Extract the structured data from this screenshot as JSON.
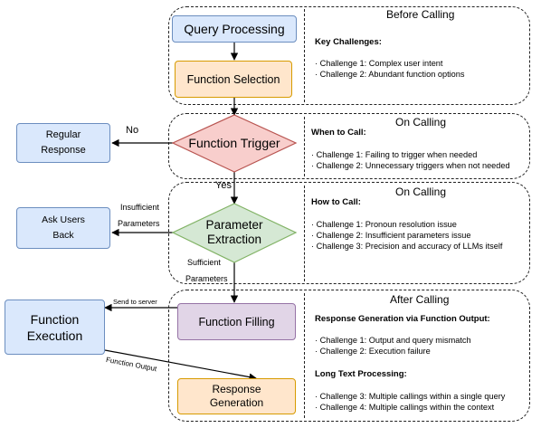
{
  "nodes": {
    "query_processing": "Query Processing",
    "function_selection": "Function Selection",
    "function_trigger": "Function Trigger",
    "regular_response_line1": "Regular",
    "regular_response_line2": "Response",
    "parameter_extraction_line1": "Parameter",
    "parameter_extraction_line2": "Extraction",
    "ask_users_line1": "Ask Users",
    "ask_users_line2": "Back",
    "function_filling": "Function Filling",
    "function_execution_line1": "Function",
    "function_execution_line2": "Execution",
    "response_generation_line1": "Response",
    "response_generation_line2": "Generation"
  },
  "edge_labels": {
    "no": "No",
    "yes": "Yes",
    "insufficient_line1": "Insufficient",
    "insufficient_line2": "Parameters",
    "sufficient_line1": "Sufficient",
    "sufficient_line2": "Parameters",
    "send_to_server": "Send to server",
    "function_output": "Function Output"
  },
  "panels": {
    "before": {
      "title": "Before Calling",
      "heading": "Key Challenges:",
      "items": [
        "· Challenge 1: Complex user intent",
        "· Challenge 2: Abundant function options"
      ]
    },
    "on_calling_1": {
      "title": "On Calling",
      "heading": "When to Call:",
      "items": [
        "· Challenge 1: Failing to trigger when needed",
        "· Challenge 2: Unnecessary triggers when not needed"
      ]
    },
    "on_calling_2": {
      "title": "On Calling",
      "heading": "How to Call:",
      "items": [
        "· Challenge 1: Pronoun resolution issue",
        "· Challenge 2: Insufficient parameters issue",
        "· Challenge 3: Precision and accuracy of LLMs itself"
      ]
    },
    "after": {
      "title": "After Calling",
      "heading1": "Response Generation via Function Output:",
      "items1": [
        "· Challenge 1: Output and query mismatch",
        "· Challenge 2: Execution failure"
      ],
      "heading2": "Long Text Processing:",
      "items2": [
        "· Challenge 3: Multiple callings within a single query",
        "· Challenge 4: Multiple callings within the context"
      ]
    }
  },
  "colors": {
    "blue_fill": "#dae8fc",
    "blue_stroke": "#6c8ebf",
    "orange_fill": "#ffe6cc",
    "orange_stroke": "#d79b00",
    "red_fill": "#f8cecc",
    "red_stroke": "#b85450",
    "green_fill": "#d5e8d4",
    "green_stroke": "#82b366",
    "purple_fill": "#e1d5e7",
    "purple_stroke": "#9673a6"
  }
}
